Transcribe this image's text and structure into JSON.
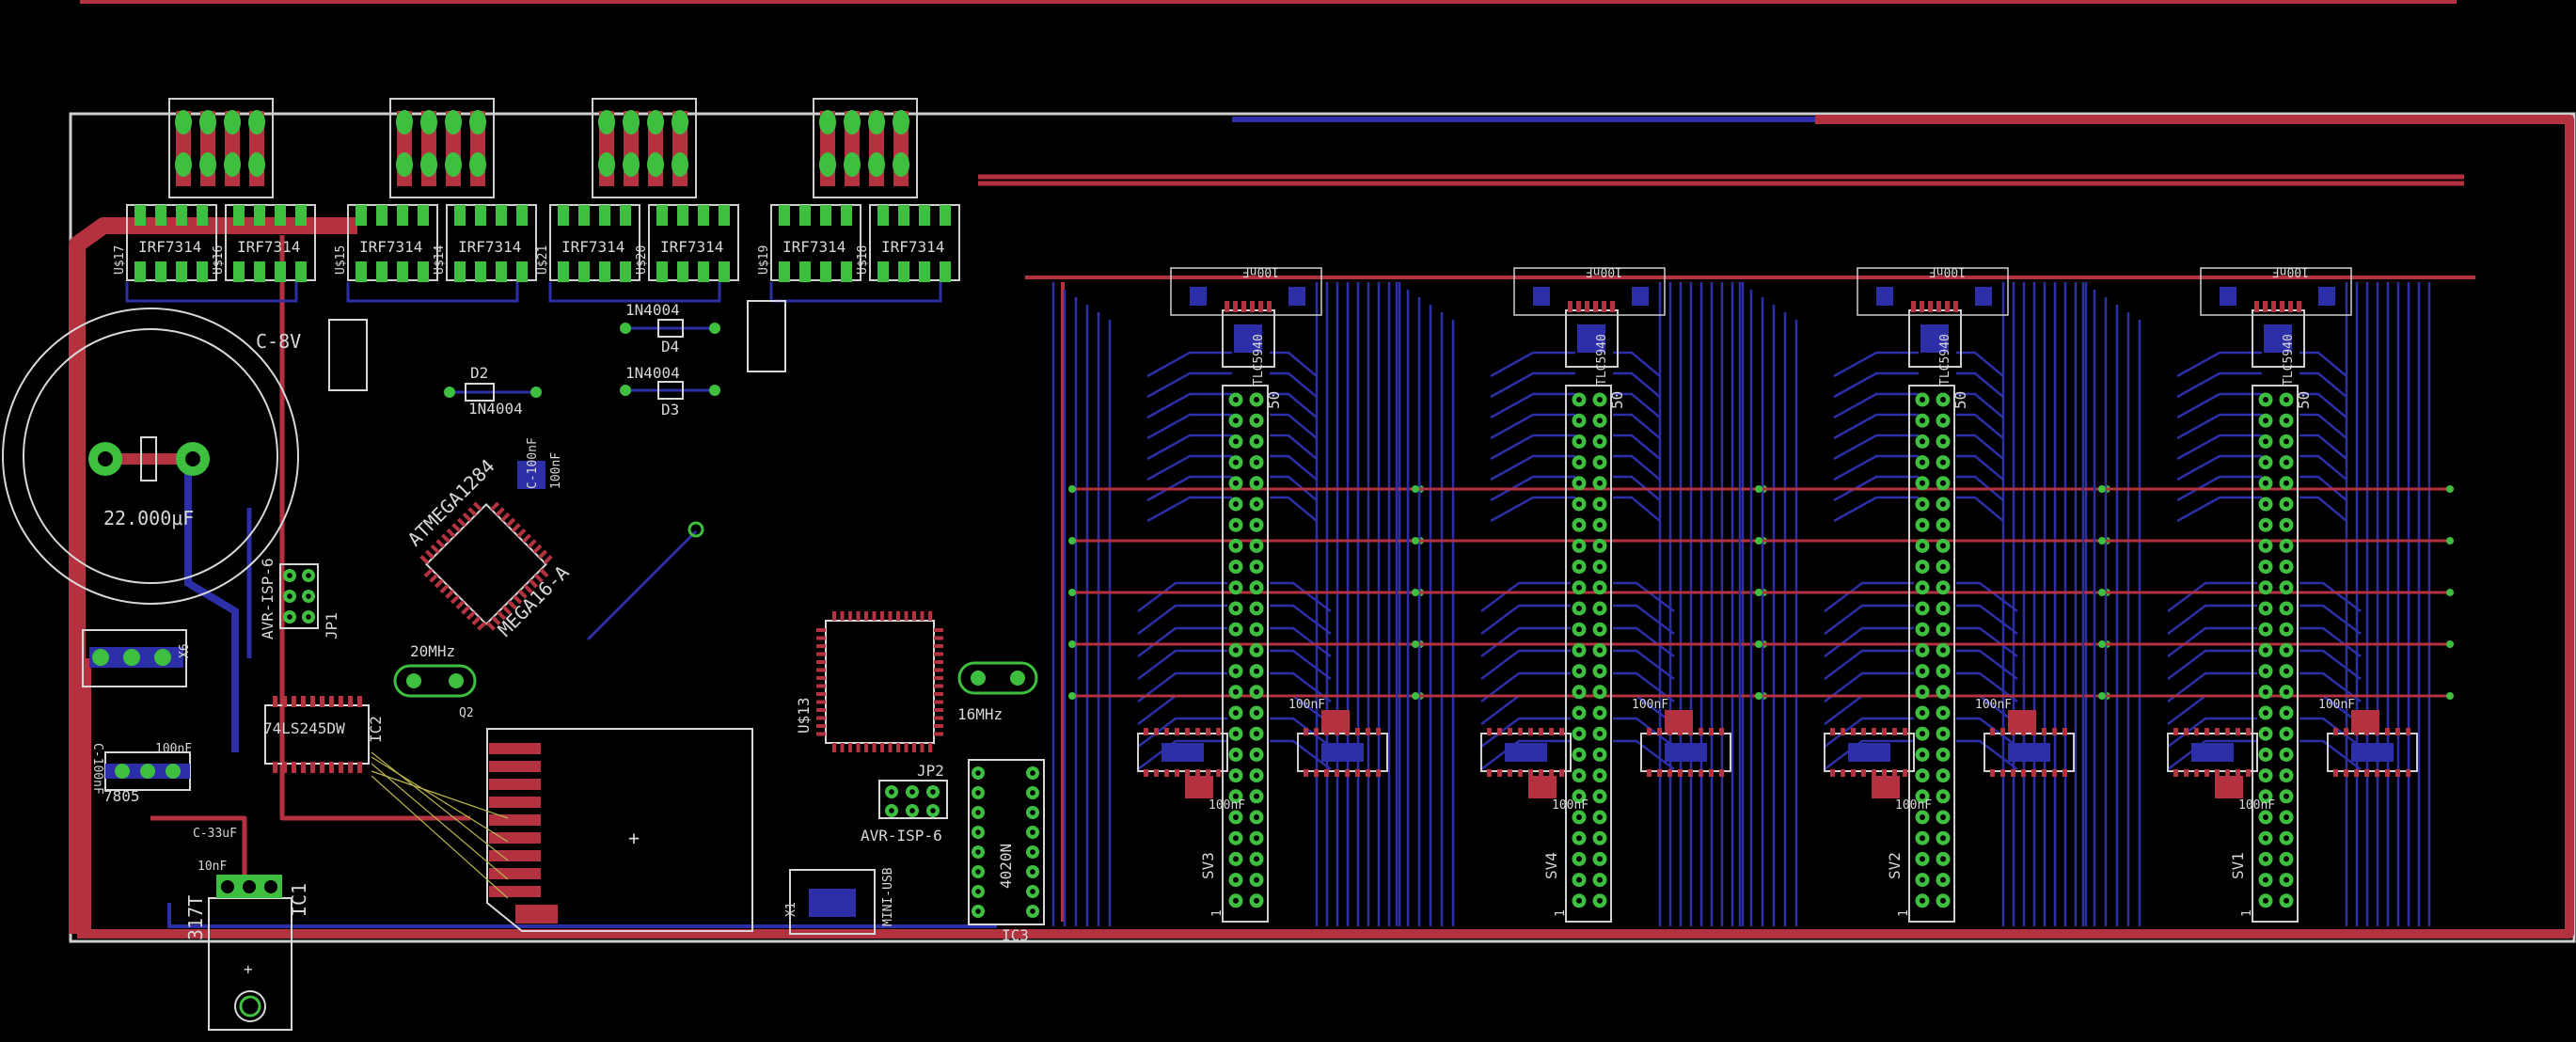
{
  "colors": {
    "background": "#000000",
    "top_copper": "#b4323f",
    "bottom_copper": "#2c2fa8",
    "outline": "#cfcfcf",
    "pad": "#3fbf3f",
    "via": "#3fbf3f",
    "smd": "#b4323f",
    "silkscreen": "#d8d8d8",
    "airwire": "#b9b34a"
  },
  "labels": {
    "mosfet_part": "IRF7314",
    "mosfet_refs": [
      "U$17",
      "U$16",
      "U$15",
      "U$14",
      "U$21",
      "U$20",
      "U$19",
      "U$18"
    ],
    "diode_part": "1N4004",
    "d2": "D2",
    "d3": "D3",
    "d4": "D4",
    "cap_c8": "C-8V",
    "bulk_cap_value": "22.000µF",
    "mcu_part": "ATMEGA1284",
    "mcu_variant": "MEGA16-A",
    "avr_isp_a": "AVR-ISP-6",
    "avr_isp_b": "AVR-ISP-6",
    "jp1": "JP1",
    "jp2": "JP2",
    "buffer_part": "74LS245DW",
    "ic2": "IC2",
    "crystal_a": "20MHz",
    "crystal_b": "16MHz",
    "q2": "Q2",
    "cap_100nf": "100nF",
    "cap_c_100nf": "C-100nF",
    "cap_10nf": "10nF",
    "cap_033": "C-33uF",
    "regulator": "7805",
    "regulator_317": "317T",
    "ic1": "IC1",
    "usb_chip": "U$13",
    "ic3": "IC3",
    "ic3_part": "4020N",
    "mini_usb": "MINI-USB",
    "led_driver_part": "TLC5940",
    "connector_refs": [
      "SV3",
      "SV4",
      "SV2",
      "SV1"
    ],
    "connector_pin": "50",
    "pin_one": "1",
    "x1": "X1",
    "x6": "X6"
  }
}
